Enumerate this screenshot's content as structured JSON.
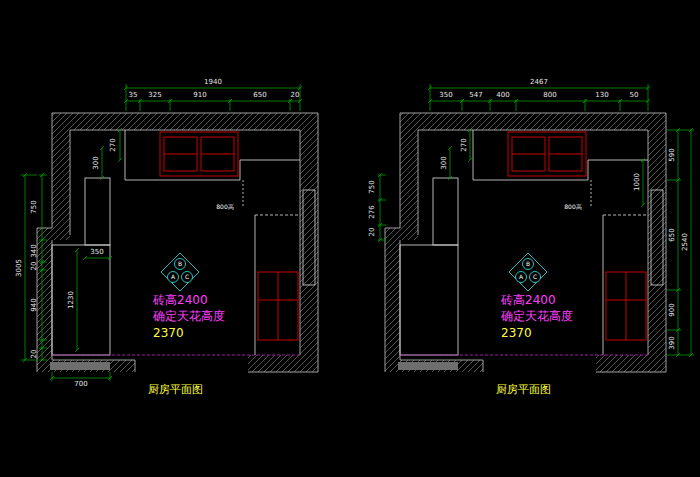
{
  "diagram": {
    "labels": [
      "1940",
      "35",
      "325",
      "910",
      "650",
      "20",
      "270",
      "300",
      "750",
      "3005",
      "340",
      "20",
      "940",
      "20",
      "350",
      "1230",
      "700",
      "800高",
      "A",
      "B",
      "C",
      "砖高2400",
      "确定天花高度",
      "2370",
      "厨房平面图",
      "2467",
      "350",
      "547",
      "400",
      "800",
      "130",
      "50",
      "270",
      "300",
      "750",
      "276",
      "20",
      "590",
      "1000",
      "650",
      "2540",
      "900",
      "390",
      "800高",
      "A",
      "B",
      "C",
      "砖高2400",
      "确定天花高度",
      "2370",
      "厨房平面图"
    ]
  }
}
